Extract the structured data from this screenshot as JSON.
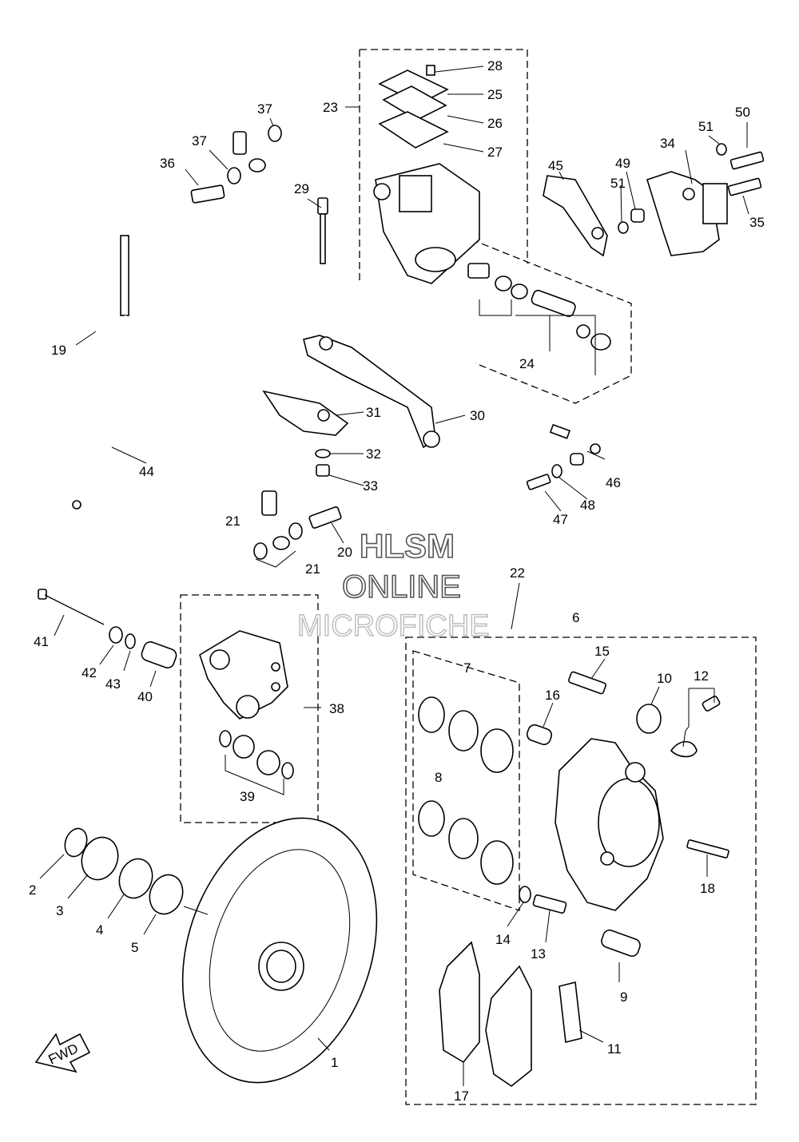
{
  "watermark": {
    "line1": "HLSM",
    "line2": "ONLINE",
    "line3": "MICROFICHE"
  },
  "fwd_label": "FWD",
  "callouts": [
    "1",
    "2",
    "3",
    "4",
    "5",
    "6",
    "7",
    "8",
    "9",
    "10",
    "11",
    "12",
    "13",
    "14",
    "15",
    "16",
    "17",
    "18",
    "19",
    "20",
    "21",
    "21",
    "22",
    "23",
    "24",
    "25",
    "26",
    "27",
    "28",
    "29",
    "30",
    "31",
    "32",
    "33",
    "34",
    "35",
    "36",
    "37",
    "37",
    "38",
    "39",
    "40",
    "41",
    "42",
    "43",
    "44",
    "45",
    "46",
    "47",
    "48",
    "49",
    "50",
    "51",
    "51"
  ]
}
